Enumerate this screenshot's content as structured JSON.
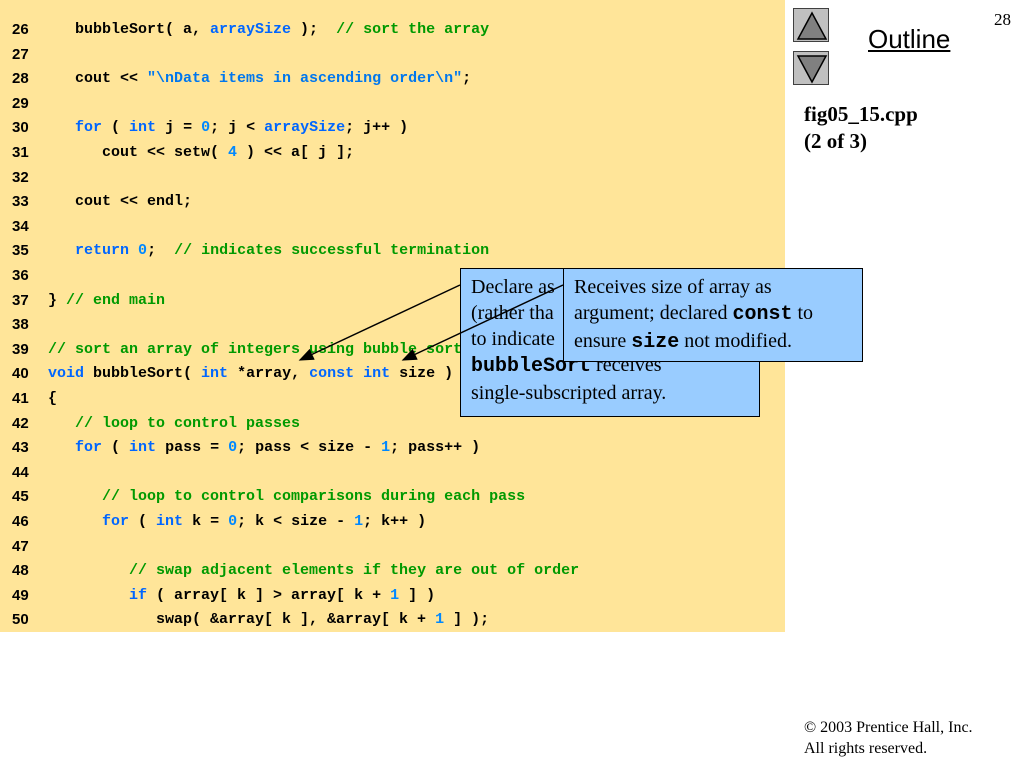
{
  "page_number": "28",
  "outline_label": "Outline",
  "file": {
    "name": "fig05_15.cpp",
    "part": "(2 of 3)"
  },
  "code_lines": [
    {
      "num": "26",
      "tokens": [
        {
          "t": "   bubbleSort( a, "
        },
        {
          "t": "arraySize",
          "c": "kw"
        },
        {
          "t": " );  "
        },
        {
          "t": "// sort the array",
          "c": "cm"
        }
      ]
    },
    {
      "num": "27",
      "tokens": []
    },
    {
      "num": "28",
      "tokens": [
        {
          "t": "   cout << "
        },
        {
          "t": "\"\\nData items in ascending order\\n\"",
          "c": "str"
        },
        {
          "t": ";"
        }
      ]
    },
    {
      "num": "29",
      "tokens": []
    },
    {
      "num": "30",
      "tokens": [
        {
          "t": "   "
        },
        {
          "t": "for",
          "c": "kw"
        },
        {
          "t": " ( "
        },
        {
          "t": "int",
          "c": "kw"
        },
        {
          "t": " j = "
        },
        {
          "t": "0",
          "c": "num"
        },
        {
          "t": "; j < "
        },
        {
          "t": "arraySize",
          "c": "kw"
        },
        {
          "t": "; j++ )"
        }
      ]
    },
    {
      "num": "31",
      "tokens": [
        {
          "t": "      cout << setw( "
        },
        {
          "t": "4",
          "c": "num"
        },
        {
          "t": " ) << a[ j ];"
        }
      ]
    },
    {
      "num": "32",
      "tokens": []
    },
    {
      "num": "33",
      "tokens": [
        {
          "t": "   cout << endl;"
        }
      ]
    },
    {
      "num": "34",
      "tokens": []
    },
    {
      "num": "35",
      "tokens": [
        {
          "t": "   "
        },
        {
          "t": "return",
          "c": "kw"
        },
        {
          "t": " "
        },
        {
          "t": "0",
          "c": "num"
        },
        {
          "t": ";  "
        },
        {
          "t": "// indicates successful termination",
          "c": "cm"
        }
      ]
    },
    {
      "num": "36",
      "tokens": []
    },
    {
      "num": "37",
      "tokens": [
        {
          "t": "} "
        },
        {
          "t": "// end main",
          "c": "cm"
        }
      ]
    },
    {
      "num": "38",
      "tokens": []
    },
    {
      "num": "39",
      "tokens": [
        {
          "t": "// sort an array of integers using bubble sort algorithm",
          "c": "cm"
        }
      ]
    },
    {
      "num": "40",
      "tokens": [
        {
          "t": "void",
          "c": "kw"
        },
        {
          "t": " bubbleSort( "
        },
        {
          "t": "int",
          "c": "kw"
        },
        {
          "t": " *array, "
        },
        {
          "t": "const",
          "c": "kw"
        },
        {
          "t": " "
        },
        {
          "t": "int",
          "c": "kw"
        },
        {
          "t": " size )"
        }
      ]
    },
    {
      "num": "41",
      "tokens": [
        {
          "t": "{"
        }
      ]
    },
    {
      "num": "42",
      "tokens": [
        {
          "t": "   "
        },
        {
          "t": "// loop to control passes",
          "c": "cm"
        }
      ]
    },
    {
      "num": "43",
      "tokens": [
        {
          "t": "   "
        },
        {
          "t": "for",
          "c": "kw"
        },
        {
          "t": " ( "
        },
        {
          "t": "int",
          "c": "kw"
        },
        {
          "t": " pass = "
        },
        {
          "t": "0",
          "c": "num"
        },
        {
          "t": "; pass < size - "
        },
        {
          "t": "1",
          "c": "num"
        },
        {
          "t": "; pass++ )"
        }
      ]
    },
    {
      "num": "44",
      "tokens": []
    },
    {
      "num": "45",
      "tokens": [
        {
          "t": "      "
        },
        {
          "t": "// loop to control comparisons during each pass",
          "c": "cm"
        }
      ]
    },
    {
      "num": "46",
      "tokens": [
        {
          "t": "      "
        },
        {
          "t": "for",
          "c": "kw"
        },
        {
          "t": " ( "
        },
        {
          "t": "int",
          "c": "kw"
        },
        {
          "t": " k = "
        },
        {
          "t": "0",
          "c": "num"
        },
        {
          "t": "; k < size - "
        },
        {
          "t": "1",
          "c": "num"
        },
        {
          "t": "; k++ )"
        }
      ]
    },
    {
      "num": "47",
      "tokens": []
    },
    {
      "num": "48",
      "tokens": [
        {
          "t": "         "
        },
        {
          "t": "// swap adjacent elements if they are out of order",
          "c": "cm"
        }
      ]
    },
    {
      "num": "49",
      "tokens": [
        {
          "t": "         "
        },
        {
          "t": "if",
          "c": "kw"
        },
        {
          "t": " ( array[ k ] > array[ k + "
        },
        {
          "t": "1",
          "c": "num"
        },
        {
          "t": " ] )"
        }
      ]
    },
    {
      "num": "50",
      "tokens": [
        {
          "t": "            swap( &array[ k ], &array[ k + "
        },
        {
          "t": "1",
          "c": "num"
        },
        {
          "t": " ] );"
        }
      ]
    }
  ],
  "callout_pointer": {
    "line1": "Declare as",
    "line2": "(rather tha",
    "line3": "to indicate",
    "mono": "bubbleSort",
    "after_mono": " receives",
    "line5": "single-subscripted array."
  },
  "callout_const": {
    "line1": "Receives size of array as",
    "line2_pre": "argument; declared ",
    "line2_mono": "const",
    "line2_post": " to",
    "line3_pre": "ensure ",
    "line3_mono": "size",
    "line3_post": " not modified."
  },
  "copyright": {
    "line1": "© 2003 Prentice Hall, Inc.",
    "line2": "All rights reserved."
  },
  "colors": {
    "code_bg": "#ffe599",
    "keyword": "#0066ff",
    "comment": "#009900",
    "callout_bg": "#99ccff"
  }
}
